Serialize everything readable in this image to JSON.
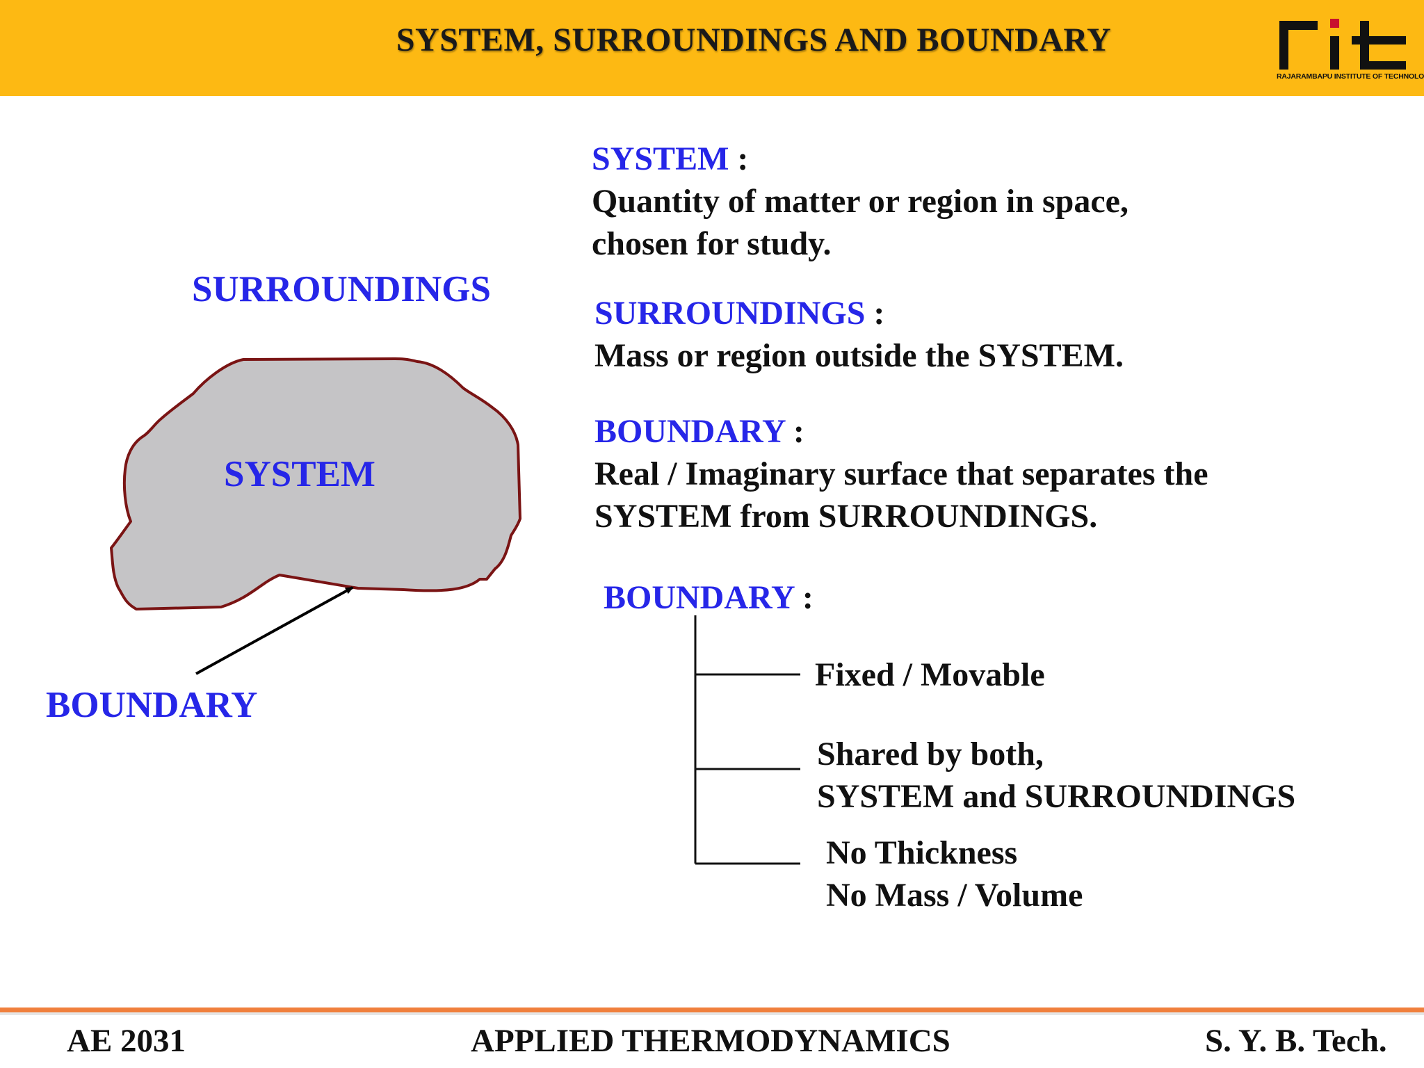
{
  "header": {
    "title": "SYSTEM, SURROUNDINGS AND BOUNDARY",
    "logo": {
      "mark": "rit",
      "caption": "RAJARAMBAPU INSTITUTE OF TECHNOLOGY"
    },
    "background_color": "#fdb913"
  },
  "diagram": {
    "surroundings_label": "SURROUNDINGS",
    "system_label": "SYSTEM",
    "boundary_label": "BOUNDARY",
    "system_fill_color": "#c5c4c6",
    "boundary_color": "#7a1414",
    "label_color": "#2626e8"
  },
  "definitions": {
    "system": {
      "term": "SYSTEM",
      "colon": ":",
      "lines": [
        "Quantity of matter or region in space,",
        "chosen for study."
      ]
    },
    "surroundings": {
      "term": "SURROUNDINGS",
      "colon": ":",
      "lines": [
        "Mass or region outside the SYSTEM."
      ]
    },
    "boundary": {
      "term": "BOUNDARY",
      "colon": ":",
      "lines": [
        "Real / Imaginary surface that separates the",
        "SYSTEM from SURROUNDINGS."
      ]
    }
  },
  "boundary_tree": {
    "term": "BOUNDARY",
    "colon": ":",
    "branches": [
      {
        "lines": [
          "Fixed / Movable"
        ]
      },
      {
        "lines": [
          "Shared by both,",
          "SYSTEM and SURROUNDINGS"
        ]
      },
      {
        "lines": [
          "No Thickness",
          "No Mass / Volume"
        ]
      }
    ]
  },
  "footer": {
    "course_code": "AE 2031",
    "course_name": "APPLIED THERMODYNAMICS",
    "program": "S. Y. B. Tech.",
    "rule_color": "#f07f3c"
  }
}
